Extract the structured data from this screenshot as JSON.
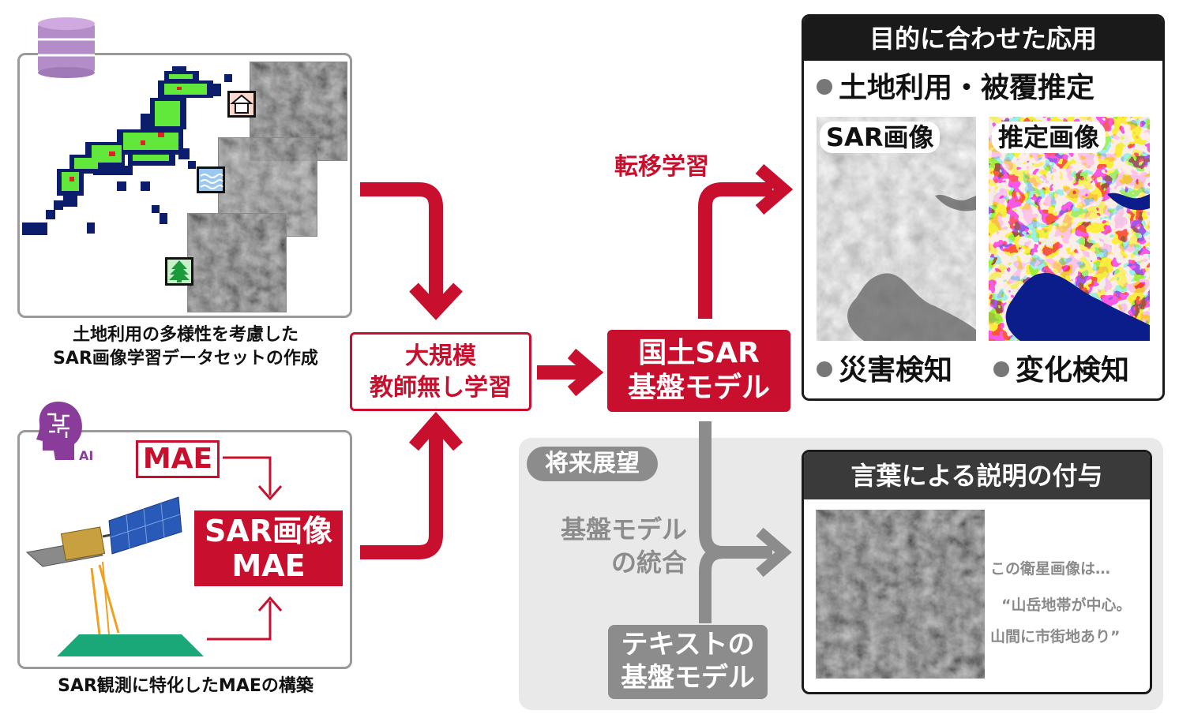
{
  "left_top": {
    "caption_line1": "土地利用の多様性を考慮した",
    "caption_line2": "SAR画像学習データセットの作成"
  },
  "left_bottom": {
    "mae_label": "MAE",
    "sar_mae_line1": "SAR画像",
    "sar_mae_line2": "MAE",
    "ai_label": "AI",
    "caption": "SAR観測に特化したMAEの構築"
  },
  "center": {
    "unsupervised_line1": "大規模",
    "unsupervised_line2": "教師無し学習",
    "model_line1": "国土SAR",
    "model_line2": "基盤モデル",
    "transfer_label": "転移学習"
  },
  "applications": {
    "header": "目的に合わせた応用",
    "item1": "土地利用・被覆推定",
    "sar_image_label": "SAR画像",
    "estimated_image_label": "推定画像",
    "item2": "災害検知",
    "item3": "変化検知"
  },
  "future": {
    "tag": "将来展望",
    "integration_line1": "基盤モデル",
    "integration_line2": "の統合",
    "text_model_line1": "テキストの",
    "text_model_line2": "基盤モデル",
    "caption_header": "言葉による説明の付与",
    "desc_line1": "この衛星画像は…",
    "desc_line2": "“山岳地帯が中心。",
    "desc_line3": "山間に市街地あり”"
  },
  "colors": {
    "accent_red": "#c8102e",
    "future_gray": "#8c8c8c",
    "panel_black": "#1a1a1a",
    "database_purple": "#b48cc8"
  }
}
